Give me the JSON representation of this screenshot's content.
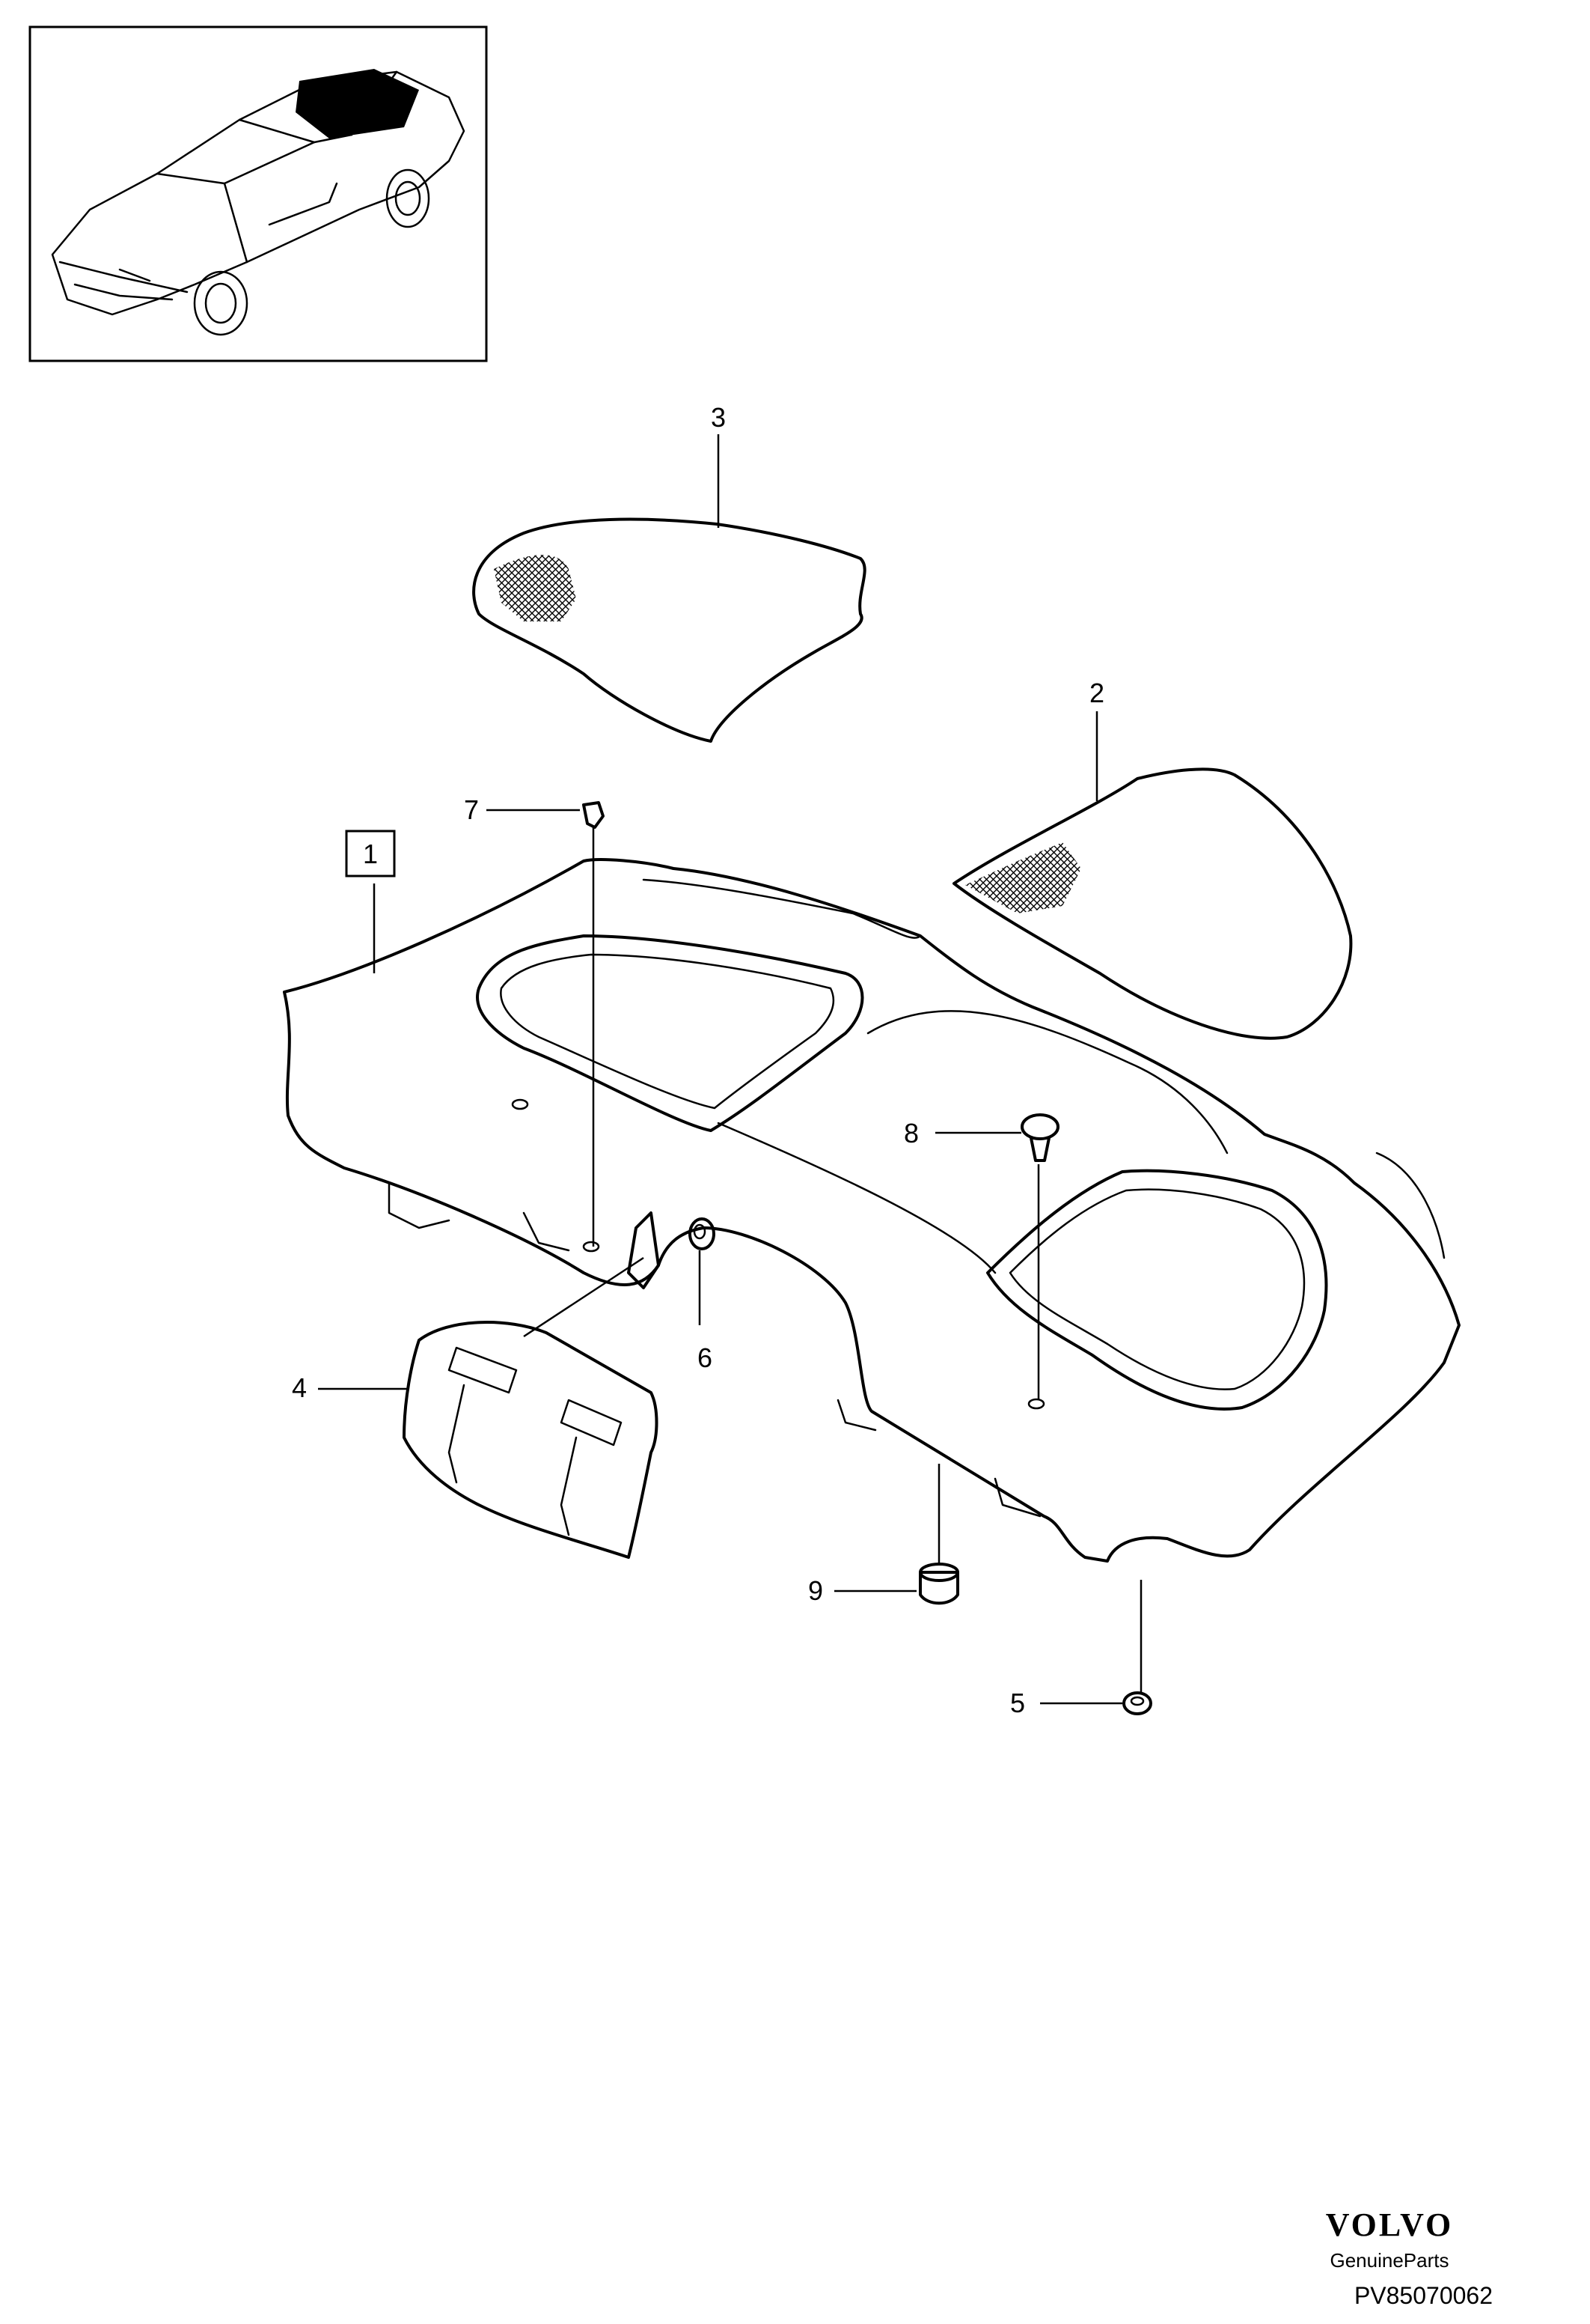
{
  "callouts": [
    {
      "id": "1",
      "label": "1"
    },
    {
      "id": "2",
      "label": "2"
    },
    {
      "id": "3",
      "label": "3"
    },
    {
      "id": "4",
      "label": "4"
    },
    {
      "id": "5",
      "label": "5"
    },
    {
      "id": "6",
      "label": "6"
    },
    {
      "id": "7",
      "label": "7"
    },
    {
      "id": "8",
      "label": "8"
    },
    {
      "id": "9",
      "label": "9"
    }
  ],
  "brand": {
    "logo_text": "VOLVO",
    "subtitle": "GenuineParts"
  },
  "reference_code": "PV85070062"
}
